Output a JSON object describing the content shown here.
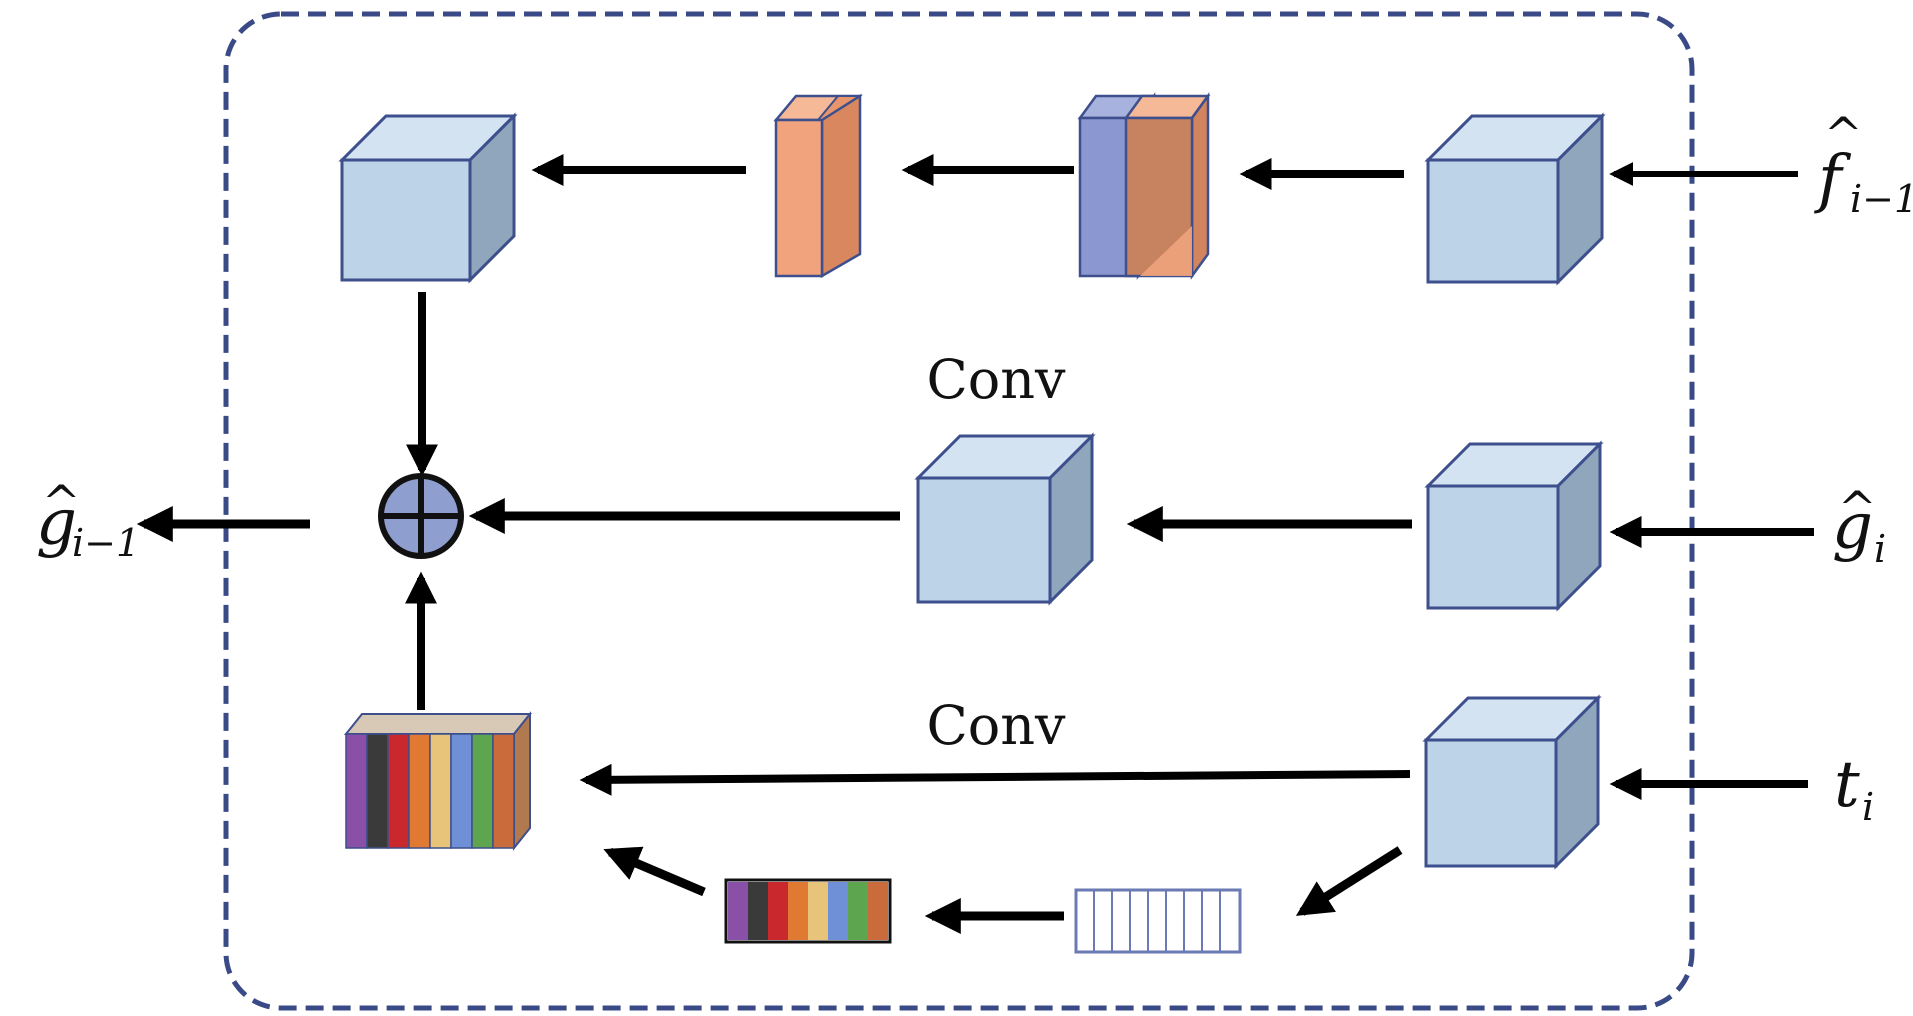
{
  "labels": {
    "conv_top": "Conv",
    "conv_bottom": "Conv",
    "input_f": {
      "base": "f",
      "sub": "i−1"
    },
    "input_g": {
      "base": "g",
      "sub": "i"
    },
    "input_t": {
      "base": "t",
      "sub": "i"
    },
    "output_g": {
      "base": "g",
      "sub": "i−1"
    }
  },
  "colors": {
    "cube_front": "#bcd3e8",
    "cube_top": "#d3e3f2",
    "cube_side": "#8fa6bc",
    "cube_edge": "#3d4f8c",
    "orange": "#f0a37c",
    "blue_slab": "#8b97d0",
    "frame": "#3a4a86",
    "plus_fill": "#8e9fcf"
  },
  "icons": {
    "sum": "circle-plus-icon"
  }
}
